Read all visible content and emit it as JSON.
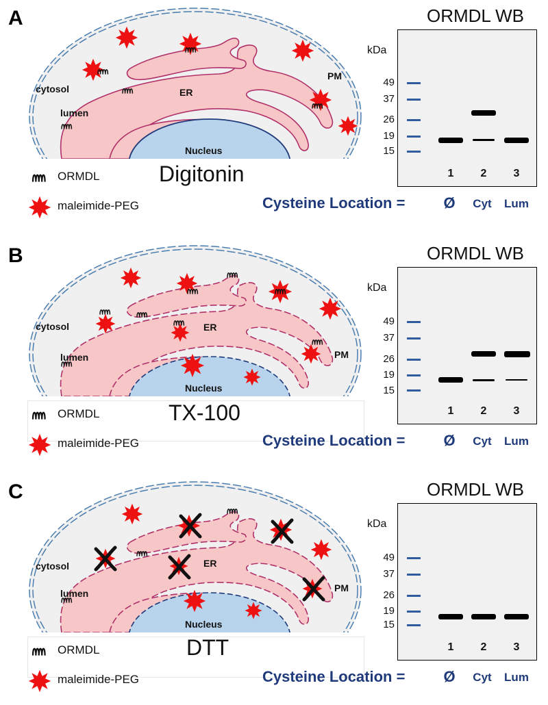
{
  "legend": {
    "ormdl_label": "ORMDL",
    "peg_label": "maleimide-PEG"
  },
  "cell_labels": {
    "cytosol": "cytosol",
    "lumen": "lumen",
    "er": "ER",
    "pm": "PM",
    "nucleus": "Nucleus"
  },
  "blot": {
    "title": "ORMDL WB",
    "kda": "kDa",
    "mw_markers": [
      "49",
      "37",
      "26",
      "19",
      "15"
    ],
    "lanes": [
      "1",
      "2",
      "3"
    ],
    "cysteine_location_label": "Cysteine Location  =",
    "cysteine_locations": [
      "Ø",
      "Cyt",
      "Lum"
    ]
  },
  "panels": [
    {
      "letter": "A",
      "detergent": "Digitonin",
      "bands": {
        "lane1": [
          "19"
        ],
        "lane2": [
          "28",
          "19-faint"
        ],
        "lane3": [
          "19"
        ]
      }
    },
    {
      "letter": "B",
      "detergent": "TX-100",
      "bands": {
        "lane1": [
          "19"
        ],
        "lane2": [
          "28",
          "19-faint"
        ],
        "lane3": [
          "28",
          "19-faint"
        ]
      }
    },
    {
      "letter": "C",
      "detergent": "DTT",
      "bands": {
        "lane1": [
          "19"
        ],
        "lane2": [
          "19"
        ],
        "lane3": [
          "19"
        ]
      }
    }
  ],
  "colors": {
    "cell_fill": "#f0f0f0",
    "membrane_dash": "#4a7db0",
    "er_fill": "#f7c6c6",
    "er_edge": "#b0306a",
    "nucleus_fill": "#b8d4ec",
    "star": "#ee1111",
    "text_blue": "#1f3a7a"
  }
}
